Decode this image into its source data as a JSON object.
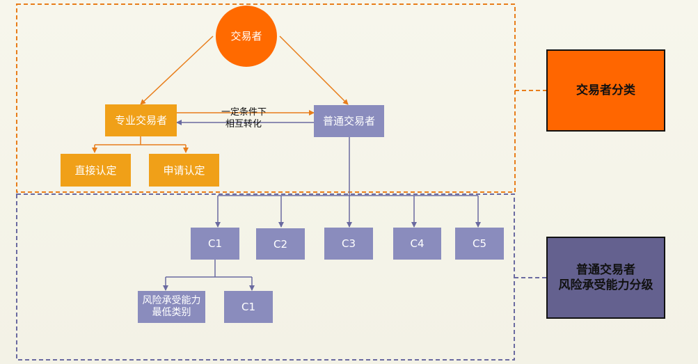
{
  "colors": {
    "orange_node": "#f0a018",
    "root_circle": "#ff6a00",
    "purple_node": "#8a8cbd",
    "orange_line": "#e87d1a",
    "purple_line": "#6a6aa0",
    "side_orange": "#ff6600",
    "side_purple": "#64618f"
  },
  "root": {
    "label": "交易者"
  },
  "professional": {
    "label": "专业交易者",
    "children": [
      "直接认定",
      "申请认定"
    ]
  },
  "ordinary": {
    "label": "普通交易者"
  },
  "conversion_label": {
    "line1": "一定条件下",
    "line2": "相互转化"
  },
  "levels": [
    "C1",
    "C2",
    "C3",
    "C4",
    "C5"
  ],
  "c1_children": {
    "left": "风险承受能力\n最低类别",
    "right": "C1"
  },
  "side": {
    "top": "交易者分类",
    "bottom": "普通交易者\n风险承受能力分级"
  }
}
